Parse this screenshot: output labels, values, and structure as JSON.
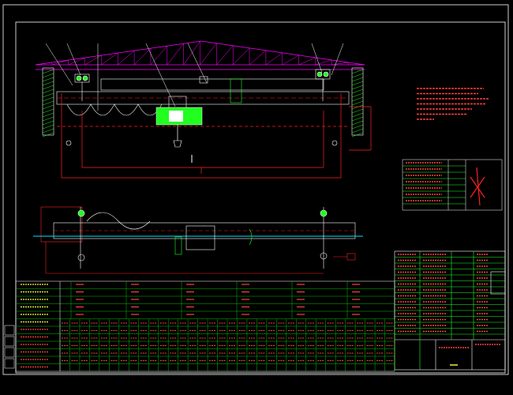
{
  "colors": {
    "background": "#000000",
    "frame": "#ffffff",
    "truss": "#ff00ff",
    "outline_red": "#ff2020",
    "centerline_cyan": "#00e5ff",
    "hoist_green": "#20ff20",
    "table_green": "#00c000",
    "text_red": "#ff4040",
    "text_yellow": "#ffff40",
    "text_white": "#ffffff"
  },
  "notes": {
    "visible": true,
    "line_count": 7
  },
  "title_block": {
    "visible": true,
    "rows": 9
  },
  "parameter_table": {
    "visible": true,
    "rows": 8
  },
  "bottom_schedule": {
    "visible": true,
    "rows": 12,
    "columns": 34
  }
}
